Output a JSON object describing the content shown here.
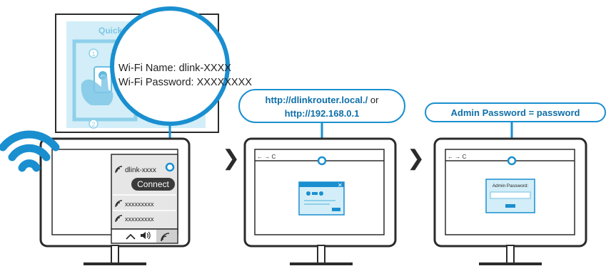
{
  "quick_card": {
    "title": "Quick I",
    "step_1": "1",
    "step_2": "2"
  },
  "magnifier": {
    "wifi_name": "Wi-Fi Name: dlink-XXXX",
    "wifi_password": "Wi-Fi Password: XXXXXXXX"
  },
  "wifi_popup": {
    "network_1": "dlink-xxxx",
    "connect_button": "Connect",
    "network_2": "xxxxxxxxx",
    "network_3": "xxxxxxxxx"
  },
  "step2_callout": {
    "url_1": "http://dlinkrouter.local./",
    "or_text": "or",
    "url_2": "http://192.168.0.1"
  },
  "step3_callout": {
    "text": "Admin Password = password"
  },
  "login_dialog": {
    "label": "Admin Password:"
  },
  "browser_nav": "← → C",
  "arrow_glyph": "❯",
  "colors": {
    "outline": "#2b2b2b",
    "accent": "#1a8fd0",
    "accent_dark": "#0f6fa8",
    "card_bg": "#d3eef8",
    "popup_bg": "#e6e6e6"
  }
}
